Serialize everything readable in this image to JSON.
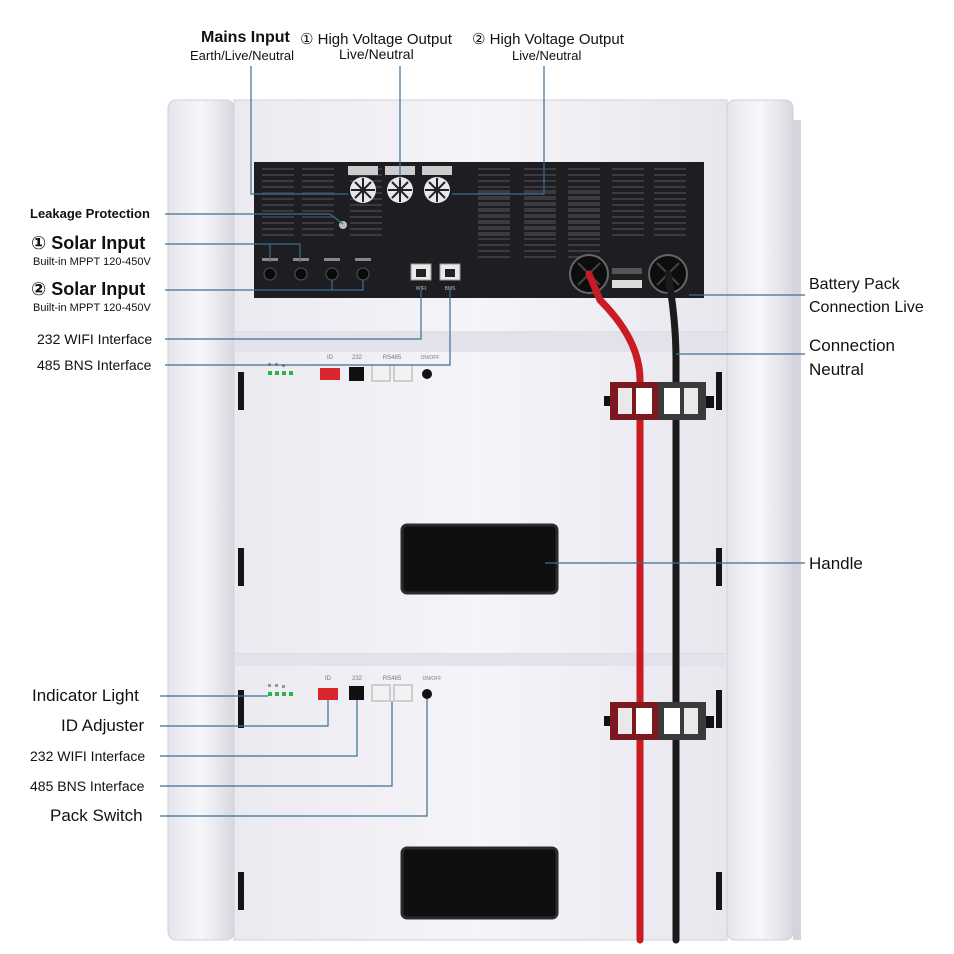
{
  "top": {
    "mains_input": "Mains Input",
    "mains_sub": "Earth/Live/Neutral",
    "hv_out_1": "① High Voltage Output",
    "hv_out_1_sub": "Live/Neutral",
    "hv_out_2": "②  High Voltage Output",
    "hv_out_2_sub": "Live/Neutral"
  },
  "left_upper": {
    "leakage": "Leakage Protection",
    "solar1": "① Solar Input",
    "solar1_sub": "Built-in MPPT 120-450V",
    "solar2": "② Solar Input",
    "solar2_sub": "Built-in MPPT 120-450V",
    "wifi": "232 WIFI Interface",
    "bns": "485 BNS Interface"
  },
  "left_lower": {
    "indicator": "Indicator Light",
    "id_adjuster": "ID Adjuster",
    "wifi": "232 WIFI Interface",
    "bns": "485 BNS Interface",
    "pack_switch": "Pack Switch"
  },
  "right": {
    "battery_live_1": "Battery Pack",
    "battery_live_2": "Connection Live",
    "neutral_1": "Connection",
    "neutral_2": "Neutral",
    "handle": "Handle"
  },
  "device_labels": {
    "id": "ID",
    "rs232": "232",
    "rs485": "RS485",
    "onoff": "ON/OFF",
    "wifi_port": "WIFI",
    "bms_port": "BMS"
  },
  "colors": {
    "case": "#f1f0f5",
    "case_shade": "#dcdbe3",
    "panel": "#1e1e22",
    "leader": "#3b6f93",
    "red_cable": "#c81b24",
    "black_cable": "#1b1b1b"
  }
}
